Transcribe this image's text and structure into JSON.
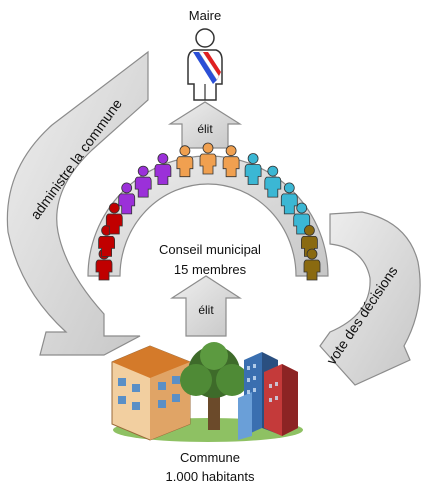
{
  "nodes": {
    "mayor": "Maire",
    "council_title": "Conseil municipal",
    "council_members": "15 membres",
    "commune_title": "Commune",
    "commune_population": "1.000 habitants"
  },
  "arrows": {
    "elect_top": "élit",
    "elect_bottom": "élit",
    "administers": "administre la commune",
    "votes": "vote des décisions"
  },
  "council": {
    "total": 15,
    "seat_colors": [
      "#c00000",
      "#c00000",
      "#c00000",
      "#9b30d9",
      "#9b30d9",
      "#9b30d9",
      "#f0a050",
      "#f0a050",
      "#f0a050",
      "#3bb7d4",
      "#3bb7d4",
      "#3bb7d4",
      "#3bb7d4",
      "#8a6a10",
      "#8a6a10"
    ]
  },
  "colors": {
    "arrow_fill": "#d9d9d9",
    "arrow_stroke": "#8c8c8c",
    "sash_blue": "#2b4fd6",
    "sash_red": "#e02020"
  }
}
